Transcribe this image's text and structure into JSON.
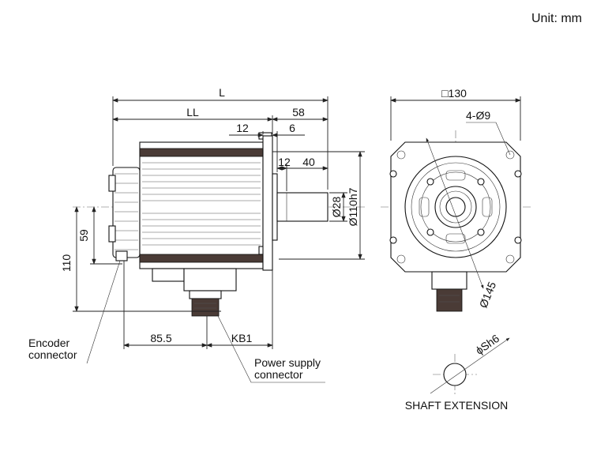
{
  "unit_label": "Unit: mm",
  "dimensions": {
    "overall_length": "L",
    "body_length": "LL",
    "shaft_length": "58",
    "flange_thickness": "12",
    "flange_step": "6",
    "shaft_step": "12",
    "shaft_key_length": "40",
    "shaft_diameter": "Ø28",
    "spigot_diameter": "Ø110h7",
    "encoder_height": "59",
    "power_height": "110",
    "encoder_offset": "85.5",
    "power_offset": "KB1",
    "flange_square": "□130",
    "mount_holes": "4-Ø9",
    "pitch_circle": "Ø145",
    "shaft_fit": "ϕSh6"
  },
  "labels": {
    "encoder_connector_line1": "Encoder",
    "encoder_connector_line2": "connector",
    "power_connector_line1": "Power supply",
    "power_connector_line2": "connector",
    "shaft_extension": "SHAFT EXTENSION"
  }
}
